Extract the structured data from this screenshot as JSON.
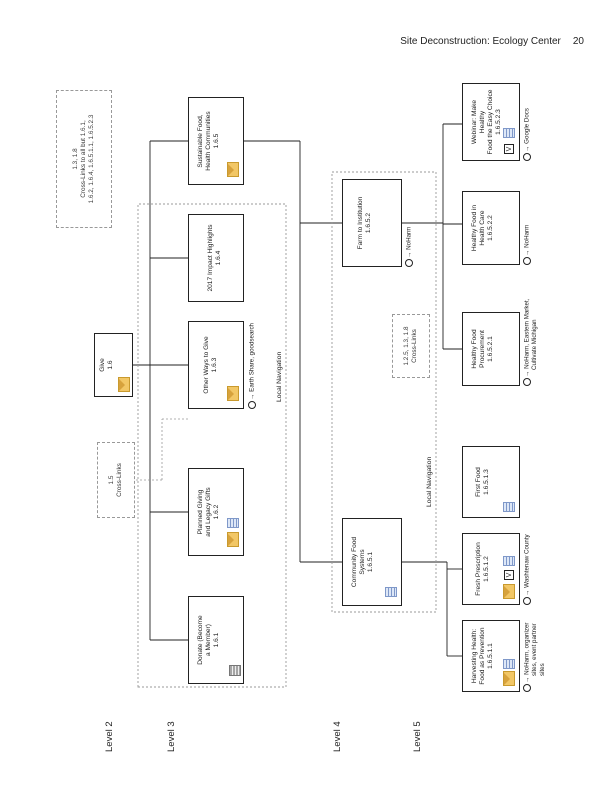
{
  "header": {
    "title": "Site Deconstruction: Ecology Center",
    "page": "20"
  },
  "levels": {
    "l2": "Level 2",
    "l3": "Level 3",
    "l4": "Level 4",
    "l5": "Level 5"
  },
  "local_nav": {
    "a": "Local Navigation",
    "b": "Local Navigation"
  },
  "nodes": {
    "give": [
      "Give",
      "1.6"
    ],
    "donate": [
      "Donate (Become",
      "a Member)",
      "1.6.1"
    ],
    "planned": [
      "Planned Giving",
      "and Legacy Gifts",
      "1.6.2"
    ],
    "other": [
      "Other Ways to Give",
      "1.6.3"
    ],
    "impact": [
      "2017 Impact Highlights",
      "1.6.4"
    ],
    "sustain": [
      "Sustainable Food,",
      "Health Communities",
      "1.6.5"
    ],
    "community": [
      "Community Food",
      "Systems",
      "1.6.5.1"
    ],
    "farm": [
      "Farm to Institution",
      "1.6.5.2"
    ],
    "harvest": [
      "Harvesting Health:",
      "Food as Prevention",
      "1.6.5.1.1"
    ],
    "fresh": [
      "Fresh Prescription",
      "1.6.5.1.2"
    ],
    "first": [
      "First Food",
      "1.6.5.1.3"
    ],
    "procure": [
      "Healthy Food",
      "Procurement",
      "1.6.5.2.1"
    ],
    "healthcare": [
      "Healthy Food in",
      "Health Care",
      "1.6.5.2.2"
    ],
    "webinar": [
      "Webinar: Make Healthy",
      "Food the Easy Choice",
      "1.6.5.2.3"
    ]
  },
  "cross_links": {
    "c1": [
      "1.5",
      "Cross-Links"
    ],
    "c2": [
      "1.3, 1.8",
      "Cross-Links to all but 1.6.1,",
      "1.6.2, 1.6.4, 1.6.5.1.1, 1.6.5.2.3"
    ],
    "c3": [
      "1.2.5, 1.3, 1.8",
      "Cross-Links"
    ]
  },
  "externals": {
    "other": "Earth Share, goodsearch",
    "farm": "NoHarm",
    "harvest": [
      "NoHarm, organizer",
      "sites, event partner",
      "sites"
    ],
    "fresh": "Washtenaw County",
    "procure": [
      "NoHarm, Eastern Market,",
      "Cultivate Michigan"
    ],
    "healthcare": "NoHarm",
    "webinar": "Google Docs"
  },
  "vlabel": "V",
  "icons": {
    "envelope": "envelope-icon",
    "document": "document-icon",
    "list": "list-icon"
  },
  "colors": {
    "envelope": "#f2c766",
    "document": "#dde7f7",
    "line": "#222222",
    "dashed": "#999999"
  }
}
